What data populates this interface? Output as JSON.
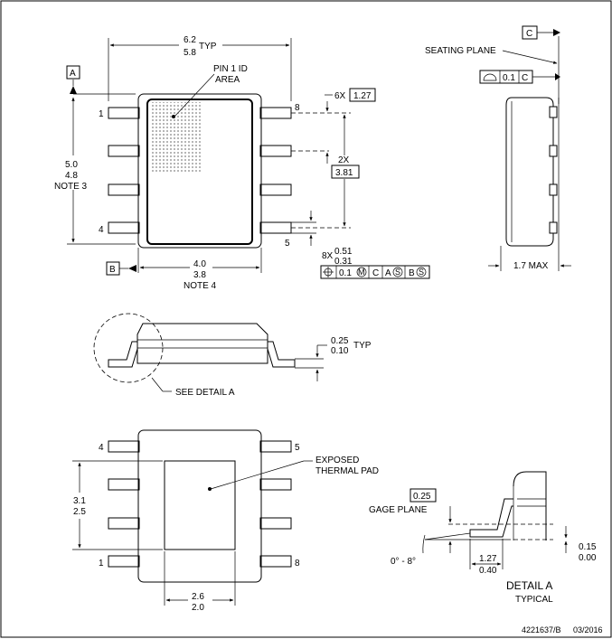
{
  "top_view": {
    "width_max": "6.2",
    "width_min": "5.8",
    "width_suffix": "TYP",
    "datum_a": "A",
    "datum_b": "B",
    "pin1_label_1": "PIN 1 ID",
    "pin1_label_2": "AREA",
    "height_max": "5.0",
    "height_min": "4.8",
    "height_note": "NOTE 3",
    "body_max": "4.0",
    "body_min": "3.8",
    "body_note": "NOTE 4",
    "pin_1": "1",
    "pin_4": "4",
    "pin_5": "5",
    "pin_8": "8",
    "pitch_count": "6X",
    "pitch": "1.27",
    "span_count": "2X",
    "span": "3.81",
    "lead_count": "8X",
    "lead_max": "0.51",
    "lead_min": "0.31",
    "fcf_tol": "0.1",
    "fcf_m": "M",
    "fcf_c": "C",
    "fcf_a": "A",
    "fcf_s1": "S",
    "fcf_b": "B",
    "fcf_s2": "S"
  },
  "side_view": {
    "datum_c": "C",
    "seating_plane": "SEATING PLANE",
    "flatness_tol": "0.1",
    "flatness_datum": "C",
    "max_height": "1.7 MAX"
  },
  "front_view": {
    "lead_max": "0.25",
    "lead_min": "0.10",
    "lead_suffix": "TYP",
    "see_detail": "SEE DETAIL A"
  },
  "bottom_view": {
    "pad_label_1": "EXPOSED",
    "pad_label_2": "THERMAL PAD",
    "pad_h_max": "3.1",
    "pad_h_min": "2.5",
    "pad_w_max": "2.6",
    "pad_w_min": "2.0",
    "pin_1": "1",
    "pin_4": "4",
    "pin_5": "5",
    "pin_8": "8"
  },
  "detail_a": {
    "gage": "0.25",
    "gage_plane": "GAGE PLANE",
    "angle": "0° - 8°",
    "foot_max": "1.27",
    "foot_min": "0.40",
    "standoff_max": "0.15",
    "standoff_min": "0.00",
    "title": "DETAIL A",
    "subtitle": "TYPICAL"
  },
  "footer": {
    "doc_id": "4221637/B",
    "date": "03/2016"
  }
}
